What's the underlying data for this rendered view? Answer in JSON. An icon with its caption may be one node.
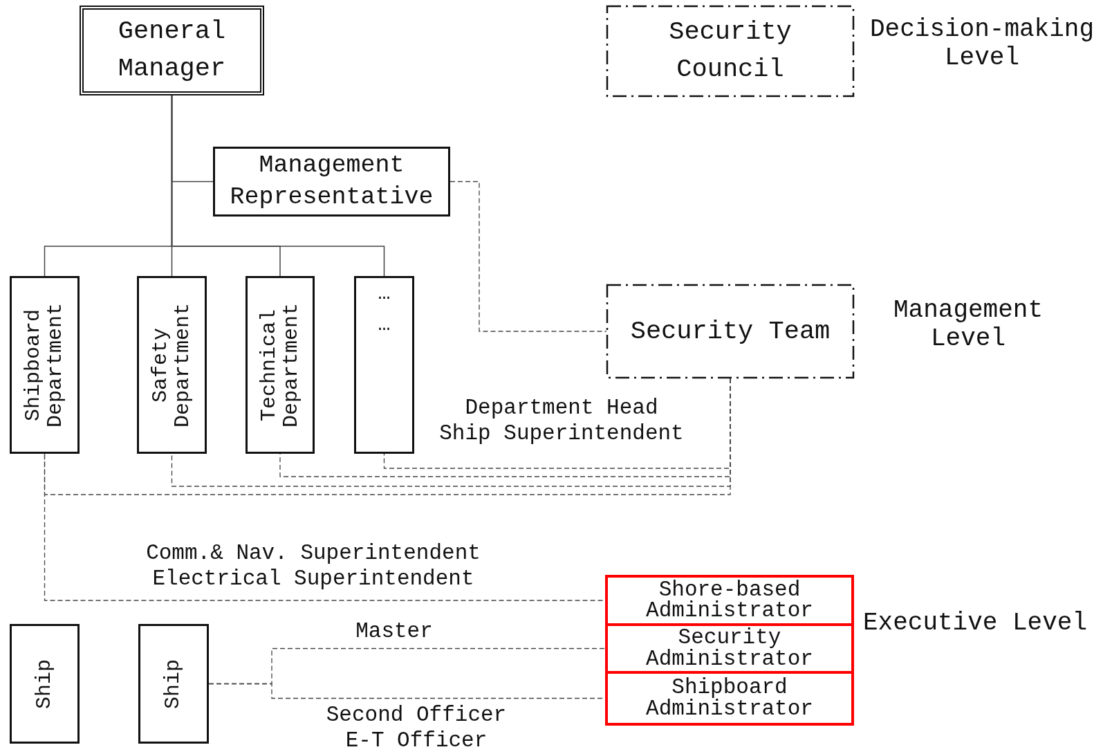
{
  "diagram": {
    "nodes": [
      {
        "text": [
          "General Manager"
        ]
      },
      {
        "text": [
          "Security Council"
        ]
      },
      {
        "text": [
          "Management Representative"
        ]
      },
      {
        "text": [
          "Shipboard Department"
        ]
      },
      {
        "text": [
          "Safety Department"
        ]
      },
      {
        "text": [
          "Technical Department"
        ]
      },
      {
        "text": [
          "…",
          "…"
        ]
      },
      {
        "text": [
          "Security Team"
        ]
      },
      {
        "text": [
          "Ship"
        ]
      },
      {
        "text": [
          "Ship"
        ]
      },
      {
        "text": [
          "Shore-based Administrator"
        ]
      },
      {
        "text": [
          "Security Administrator"
        ]
      },
      {
        "text": [
          "Shipboard Administrator"
        ]
      }
    ],
    "edges": [
      {
        "from": 0,
        "to": 2,
        "arrow": "none"
      },
      {
        "from": 0,
        "to": 3,
        "arrow": "none"
      },
      {
        "from": 0,
        "to": 4,
        "arrow": "none"
      },
      {
        "from": 0,
        "to": 5,
        "arrow": "none"
      },
      {
        "from": 0,
        "to": 6,
        "arrow": "none"
      },
      {
        "from": 2,
        "to": 7,
        "arrow": "none",
        "style": "dashed"
      },
      {
        "from": 7,
        "to": 6,
        "arrow": "none",
        "style": "dashed",
        "label": "Department Head Ship Superintendent"
      },
      {
        "from": 7,
        "to": 5,
        "arrow": "none",
        "style": "dashed"
      },
      {
        "from": 7,
        "to": 4,
        "arrow": "none",
        "style": "dashed"
      },
      {
        "from": 7,
        "to": 3,
        "arrow": "none",
        "style": "dashed"
      },
      {
        "from": 3,
        "to": 10,
        "arrow": "none",
        "style": "dashed",
        "label": "Comm.& Nav. Superintendent Electrical Superintendent"
      },
      {
        "from": 9,
        "to": 11,
        "arrow": "none",
        "style": "dashed",
        "label": "Master"
      },
      {
        "from": 9,
        "to": 12,
        "arrow": "none",
        "style": "dashed",
        "label": "Second Officer E-T Officer"
      }
    ],
    "labels": [
      "Decision-making Level",
      "Management Level",
      "Executive Level"
    ]
  }
}
